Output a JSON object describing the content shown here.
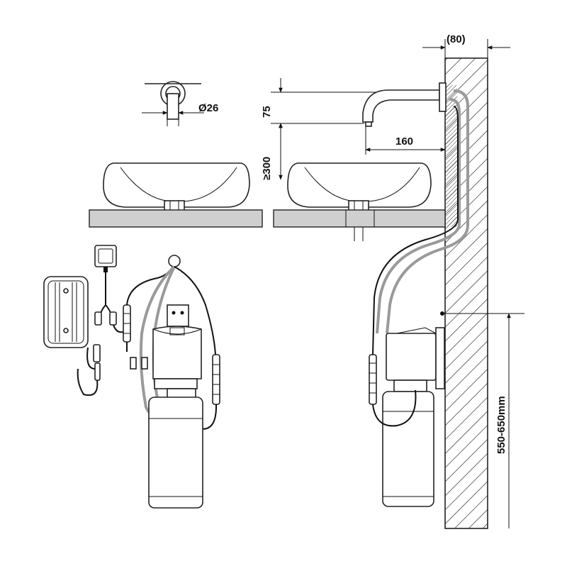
{
  "dimensions": {
    "wall_thickness": "(80)",
    "spout_diameter": "Ø26",
    "spout_height": "75",
    "basin_gap": "≥300",
    "spout_reach": "160",
    "mount_height": "550-650mm"
  },
  "colors": {
    "line": "#111111",
    "basin_counter": "#cfcfcf",
    "hose_gray": "#9a9a9a",
    "background": "#ffffff"
  }
}
